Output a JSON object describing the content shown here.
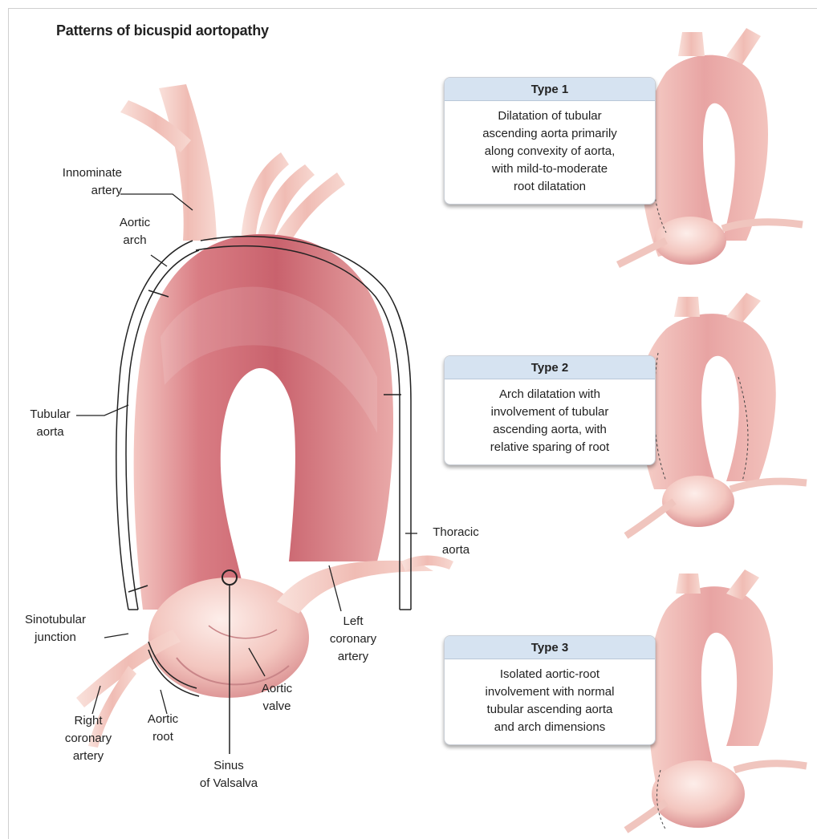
{
  "title": "Patterns of bicuspid aortopathy",
  "labels": {
    "innominate": "Innominate\nartery",
    "aortic_arch": "Aortic\narch",
    "tubular_aorta": "Tubular\naorta",
    "thoracic_aorta": "Thoracic\naorta",
    "sinotubular": "Sinotubular\njunction",
    "left_coronary": "Left\ncoronary\nartery",
    "aortic_valve": "Aortic\nvalve",
    "right_coronary": "Right\ncoronary\nartery",
    "aortic_root": "Aortic\nroot",
    "sinus": "Sinus\nof Valsalva"
  },
  "types": [
    {
      "heading": "Type 1",
      "text": "Dilatation of tubular\nascending aorta primarily\nalong convexity of aorta,\nwith mild-to-moderate\nroot dilatation"
    },
    {
      "heading": "Type 2",
      "text": "Arch dilatation with\ninvolvement of tubular\nascending aorta, with\nrelative sparing of root"
    },
    {
      "heading": "Type 3",
      "text": "Isolated aortic-root\ninvolvement with normal\ntubular ascending aorta\nand arch dimensions"
    }
  ],
  "colors": {
    "aorta_dark": "#c46470",
    "aorta_mid": "#e6a2a3",
    "aorta_light": "#f8dcd6",
    "box_header": "#d6e3f1"
  }
}
